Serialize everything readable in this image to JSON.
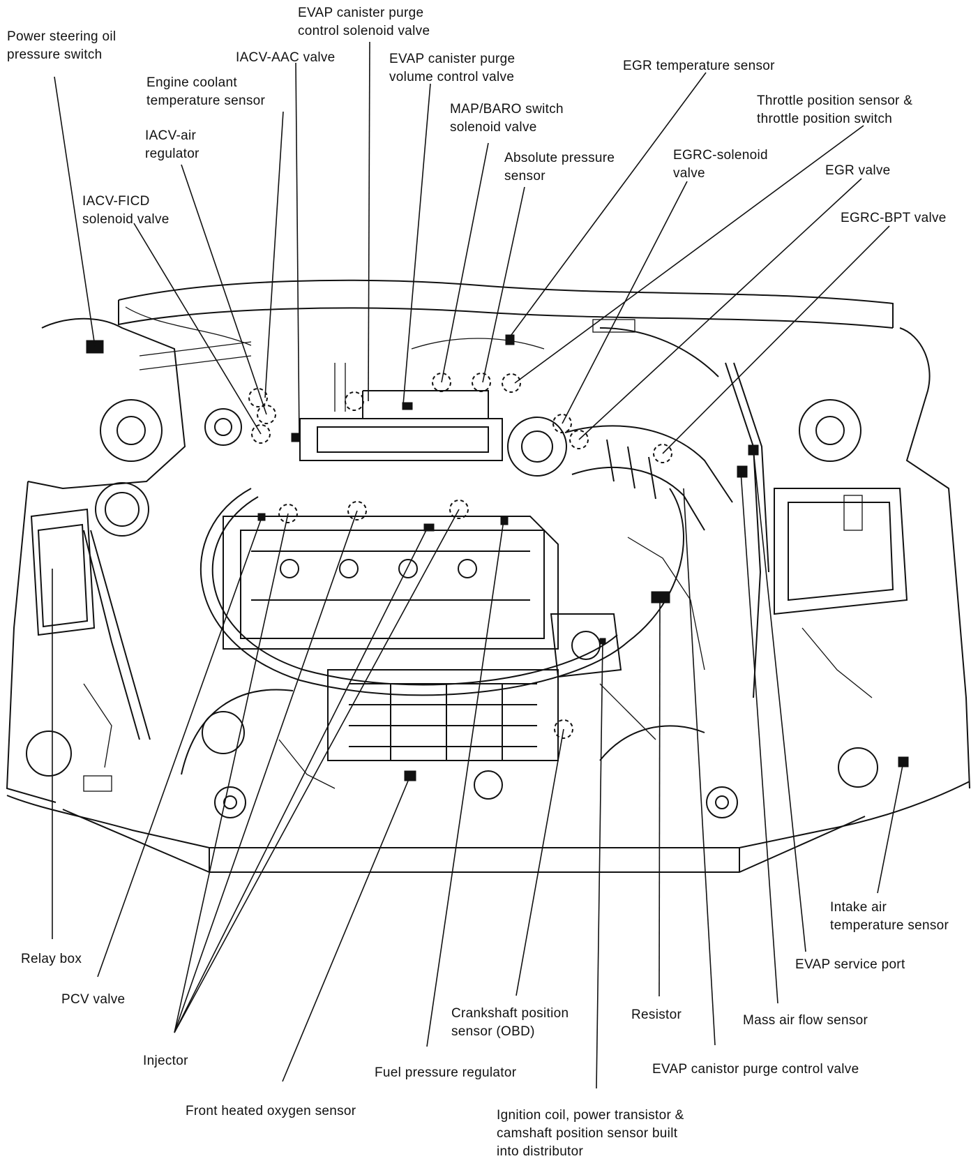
{
  "diagram": {
    "labels": {
      "power_steering": [
        "Power steering oil",
        "pressure switch"
      ],
      "evap_purge_control_top": [
        "EVAP canister purge",
        "control solenoid valve"
      ],
      "iacv_aac": [
        "IACV-AAC valve"
      ],
      "evap_purge_volume": [
        "EVAP canister purge",
        "volume control valve"
      ],
      "egr_temp": [
        "EGR temperature sensor"
      ],
      "engine_coolant": [
        "Engine coolant",
        "temperature sensor"
      ],
      "throttle_position": [
        "Throttle position sensor &",
        "throttle position switch"
      ],
      "map_baro": [
        "MAP/BARO switch",
        "solenoid valve"
      ],
      "iacv_air": [
        "IACV-air",
        "regulator"
      ],
      "absolute_pressure": [
        "Absolute pressure",
        "sensor"
      ],
      "egrc_solenoid": [
        "EGRC-solenoid",
        "valve"
      ],
      "egr_valve": [
        "EGR valve"
      ],
      "iacv_ficd": [
        "IACV-FICD",
        "solenoid valve"
      ],
      "egrc_bpt": [
        "EGRC-BPT valve"
      ],
      "intake_air_temp": [
        "Intake air",
        "temperature sensor"
      ],
      "relay_box": [
        "Relay box"
      ],
      "evap_service_port": [
        "EVAP service port"
      ],
      "pcv_valve": [
        "PCV valve"
      ],
      "crankshaft": [
        "Crankshaft position",
        "sensor (OBD)"
      ],
      "resistor": [
        "Resistor"
      ],
      "mass_air_flow": [
        "Mass air flow sensor"
      ],
      "injector": [
        "Injector"
      ],
      "fuel_pressure": [
        "Fuel pressure regulator"
      ],
      "evap_canister_purge_bottom": [
        "EVAP canistor purge control valve"
      ],
      "front_oxygen": [
        "Front heated oxygen sensor"
      ],
      "ignition_coil": [
        "Ignition coil, power transistor &",
        "camshaft position sensor built",
        "into distributor"
      ]
    }
  }
}
